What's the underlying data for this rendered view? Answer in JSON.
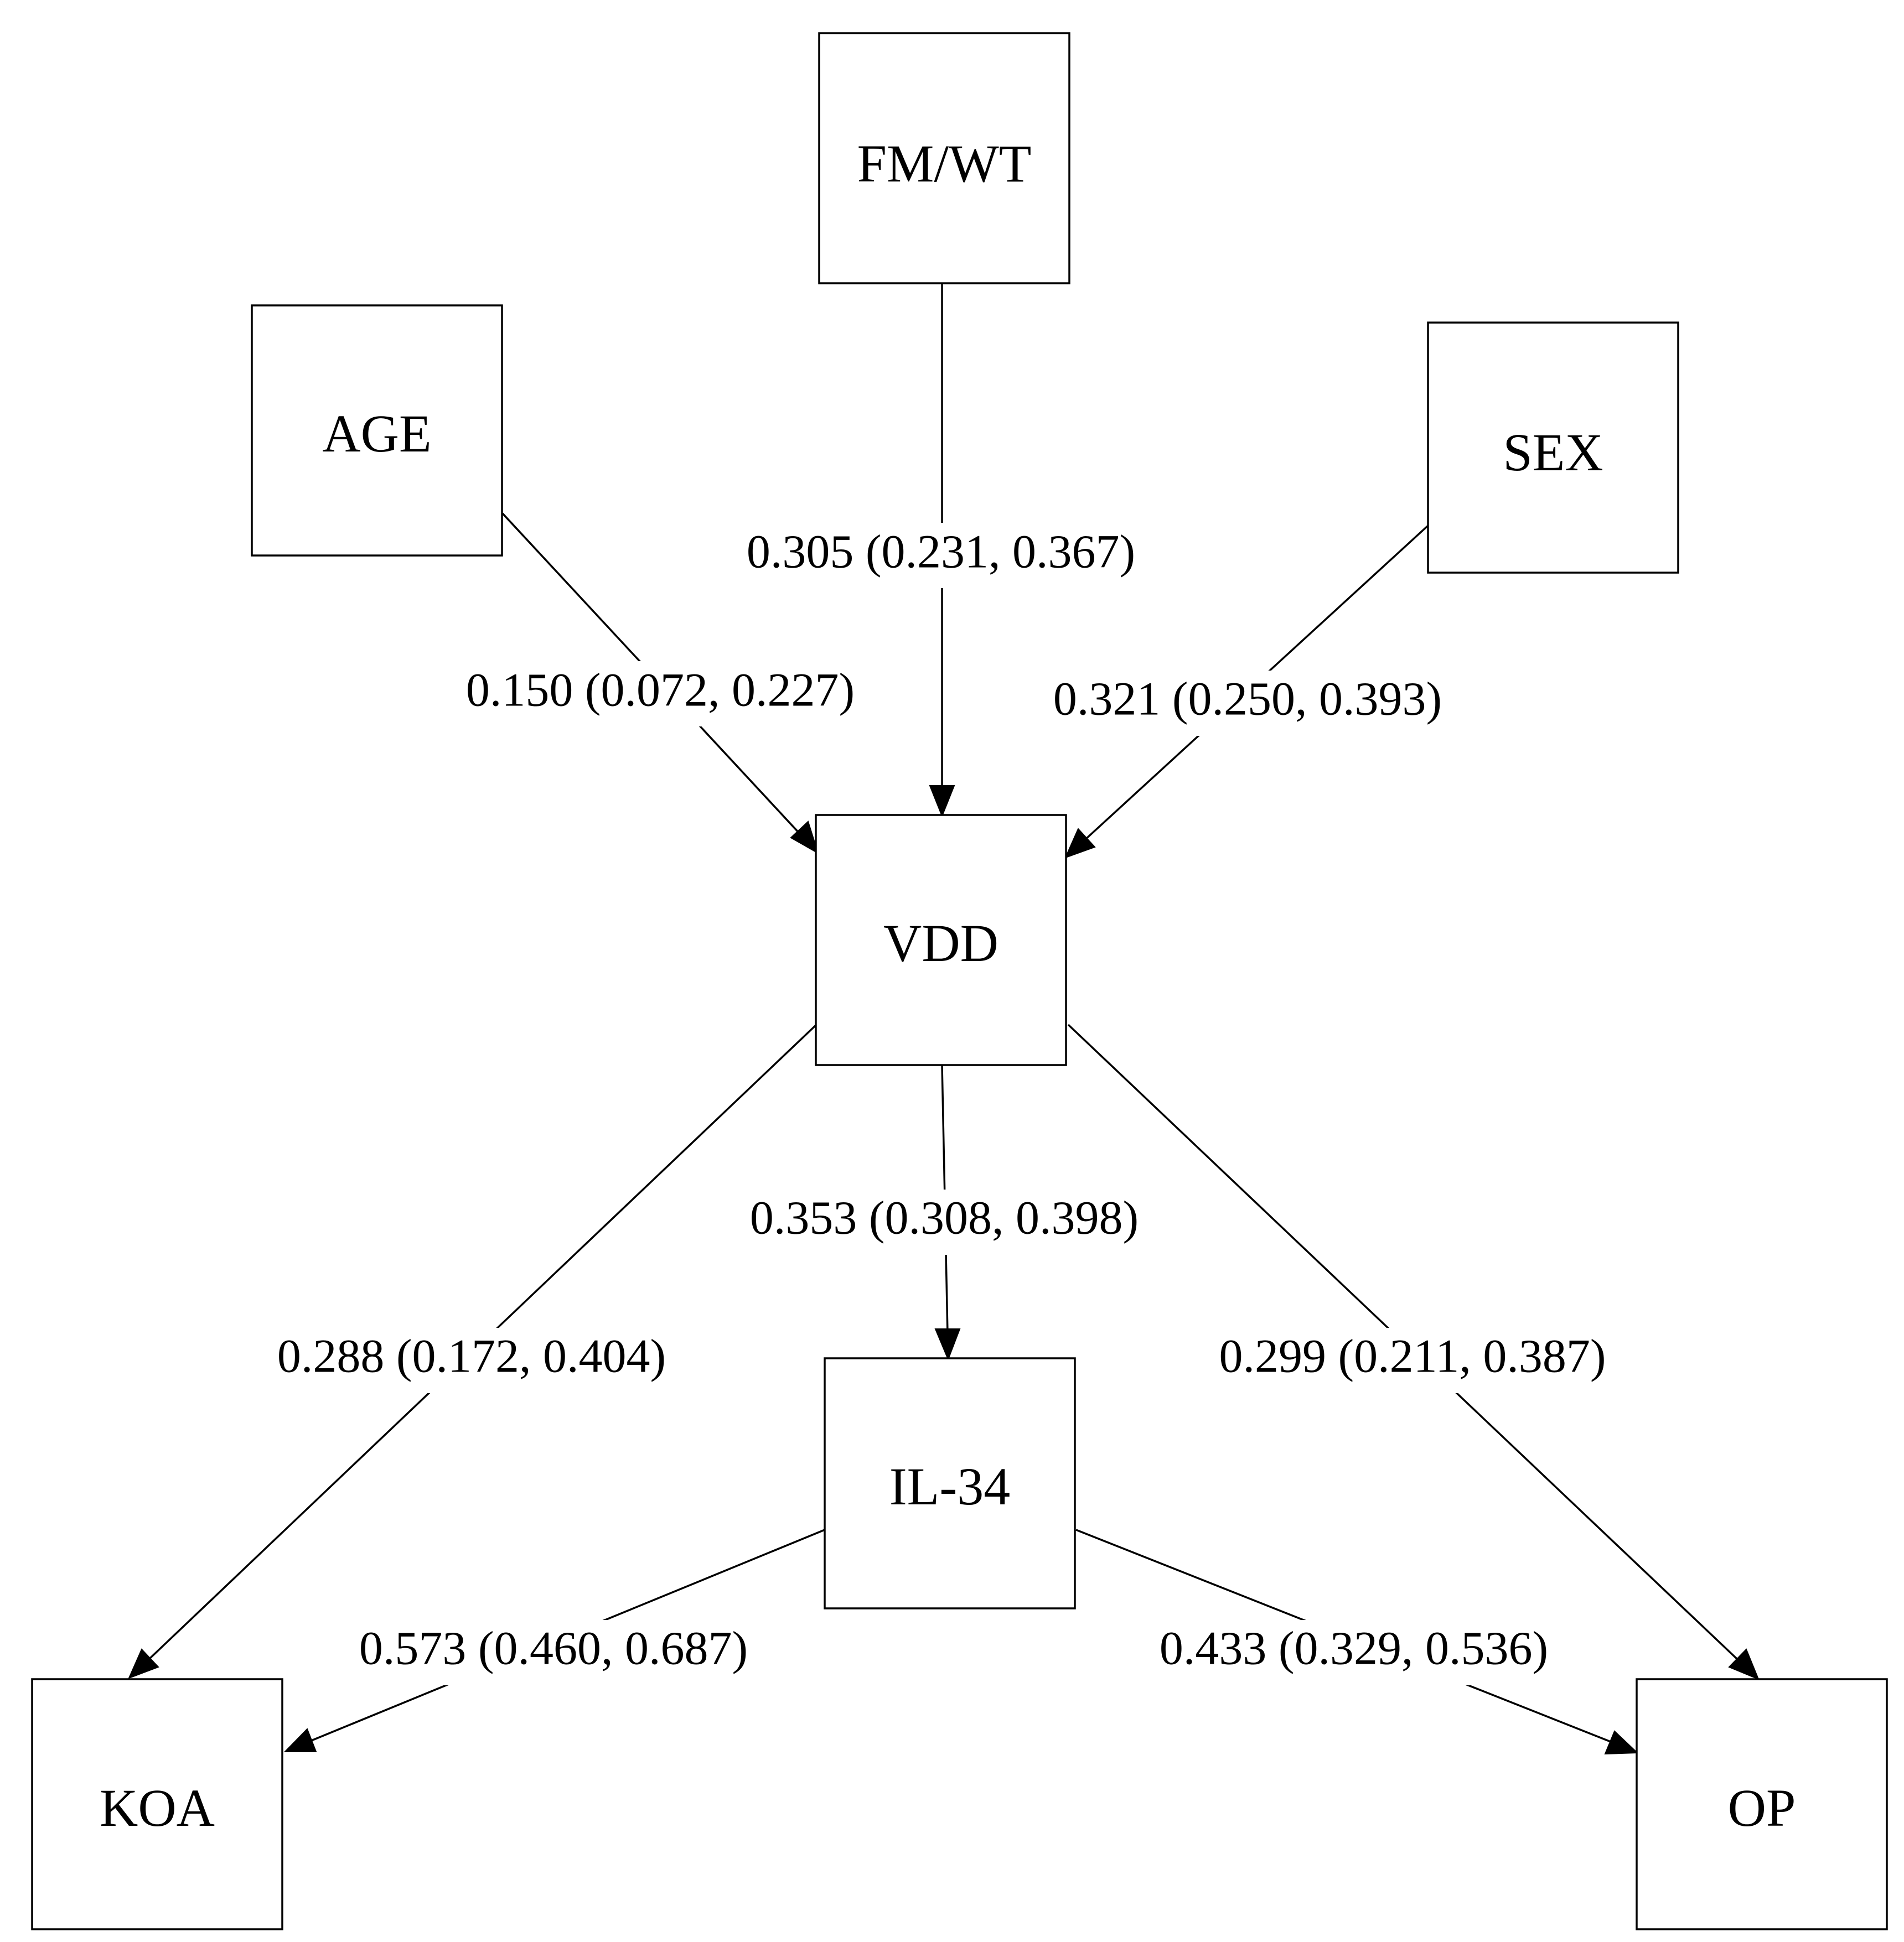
{
  "nodes": {
    "fmwt": "FM/WT",
    "age": "AGE",
    "sex": "SEX",
    "vdd": "VDD",
    "il34": "IL-34",
    "koa": "KOA",
    "op": "OP"
  },
  "edges": {
    "fmwt_vdd": "0.305 (0.231, 0.367)",
    "age_vdd": "0.150 (0.072, 0.227)",
    "sex_vdd": "0.321 (0.250, 0.393)",
    "vdd_il34": "0.353 (0.308, 0.398)",
    "vdd_koa": "0.288 (0.172, 0.404)",
    "vdd_op": "0.299 (0.211, 0.387)",
    "il34_koa": "0.573 (0.460, 0.687)",
    "il34_op": "0.433 (0.329, 0.536)"
  },
  "colors": {
    "stroke": "#000000",
    "background": "#ffffff"
  }
}
